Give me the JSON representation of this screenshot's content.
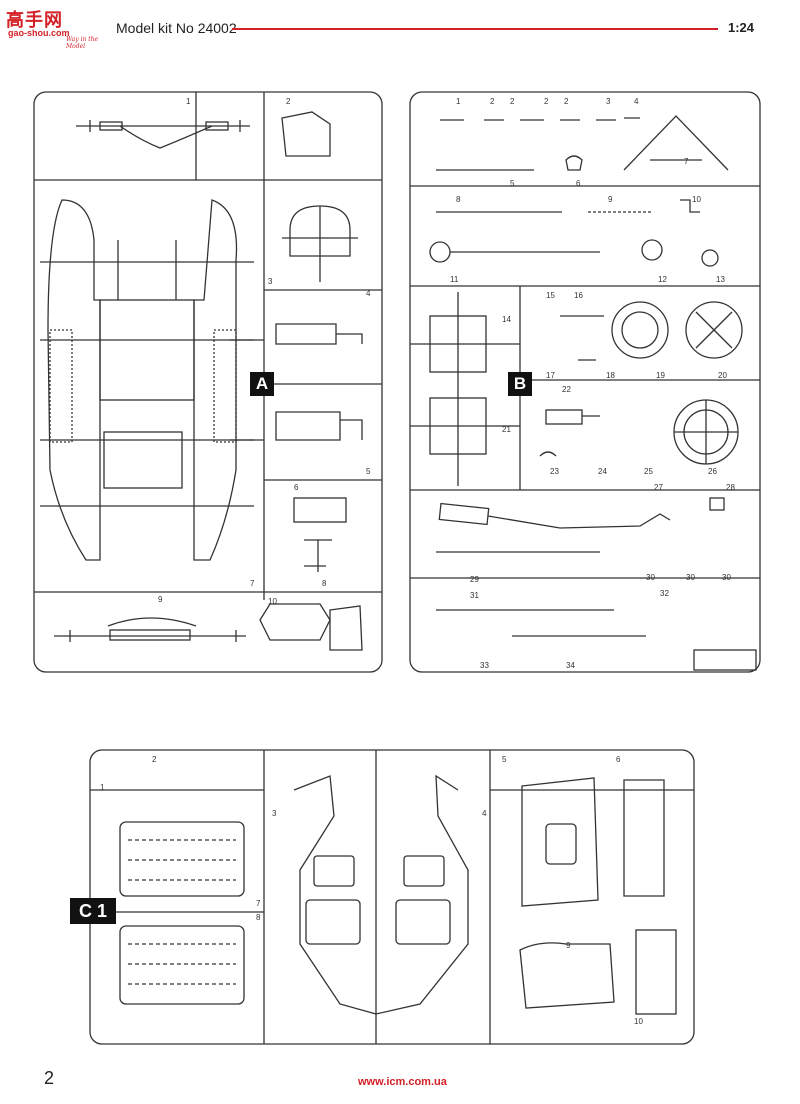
{
  "header": {
    "logo_cn": "高手网",
    "logo_sub": "gao-shou.com",
    "logo_tag": "Way in the Model",
    "kit_title": "Model kit No 24002",
    "scale": "1:24"
  },
  "footer": {
    "page_number": "2",
    "url": "www.icm.com.ua"
  },
  "sprue_panels": {
    "a": "A",
    "b": "B",
    "c1": "C 1"
  },
  "part_numbers": {
    "a": [
      "1",
      "2",
      "3",
      "4",
      "5",
      "6",
      "7",
      "8",
      "9",
      "10"
    ],
    "b": [
      "1",
      "2",
      "2",
      "2",
      "2",
      "3",
      "4",
      "5",
      "6",
      "7",
      "8",
      "9",
      "10",
      "11",
      "12",
      "13",
      "14",
      "15",
      "16",
      "17",
      "18",
      "19",
      "20",
      "21",
      "22",
      "23",
      "24",
      "25",
      "26",
      "27",
      "28",
      "29",
      "30",
      "30",
      "30",
      "31",
      "32",
      "33",
      "34"
    ],
    "c1": [
      "1",
      "2",
      "3",
      "4",
      "5",
      "6",
      "7",
      "8",
      "9",
      "10"
    ]
  },
  "colors": {
    "accent": "#d31f26",
    "line": "#333333",
    "label_bg": "#111111"
  }
}
